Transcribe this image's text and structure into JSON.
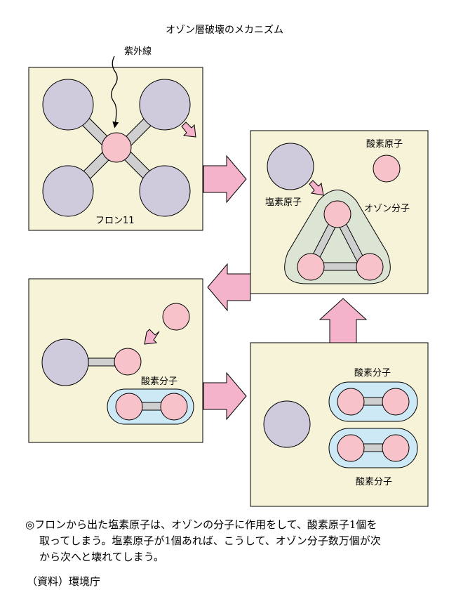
{
  "title": "オゾン層破壊のメカニズム",
  "labels": {
    "uv": "紫外線",
    "freon": "フロン11",
    "chlorine_atom": "塩素原子",
    "oxygen_atom": "酸素原子",
    "ozone_molecule": "オゾン分子",
    "oxygen_molecule_1": "酸素分子",
    "oxygen_molecule_2": "酸素分子",
    "oxygen_molecule_3": "酸素分子"
  },
  "caption": {
    "line1": "◎フロンから出た塩素原子は、オゾンの分子に作用をして、酸素原子1個を",
    "line2": "取ってしまう。塩素原子が1個あれば、こうして、オゾン分子数万個が次",
    "line3": "から次へと壊れてしまう。"
  },
  "source": "（資料）環境庁",
  "colors": {
    "panel": "#f6f3d9",
    "chlorine": "#cfcbdc",
    "atom_pink": "#f7c2c9",
    "bond": "#cfcfcf",
    "ozone_envelope": "#dce4d4",
    "oxygen_envelope": "#cde9f5",
    "arrow": "#f5b3cb"
  }
}
